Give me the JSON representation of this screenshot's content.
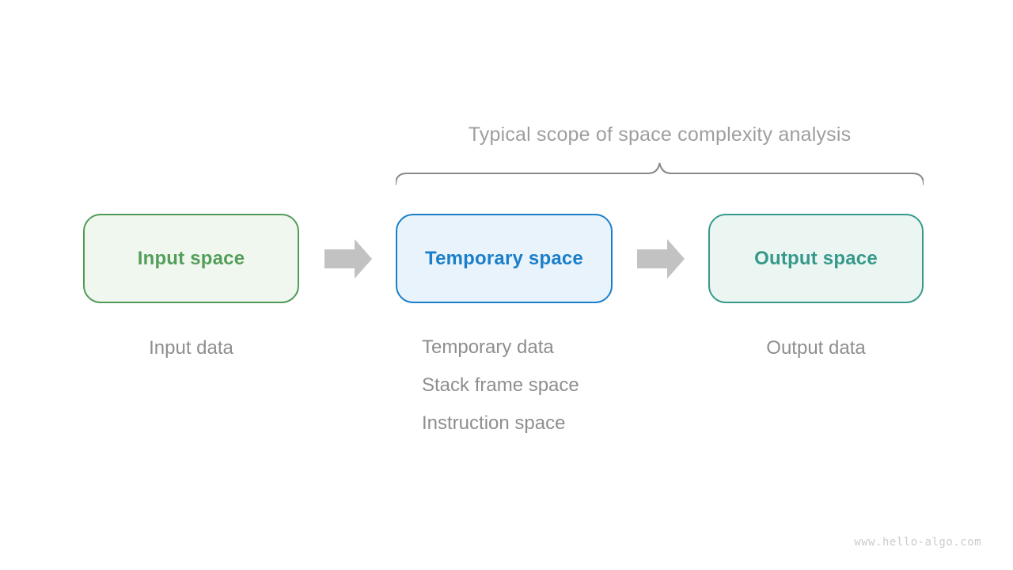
{
  "title": "Typical scope of space complexity analysis",
  "diagram": {
    "boxes": [
      {
        "label": "Input space",
        "border_color": "#4f9b56",
        "bg_color": "#f0f7ef",
        "text_color": "#549e5a"
      },
      {
        "label": "Temporary space",
        "border_color": "#1a7fc8",
        "bg_color": "#e9f3fc",
        "text_color": "#1a7fc8"
      },
      {
        "label": "Output space",
        "border_color": "#36998a",
        "bg_color": "#ebf6f2",
        "text_color": "#36998a"
      }
    ],
    "notes": {
      "input": "Input data",
      "temporary": [
        "Temporary data",
        "Stack frame space",
        "Instruction space"
      ],
      "output": "Output data"
    },
    "arrow_color": "#c2c2c2",
    "brace_color": "#8a8a8a"
  },
  "colors": {
    "background": "#ffffff",
    "title_text": "#9e9e9e",
    "note_text": "#8e8e8e",
    "watermark_text": "#cbcbcb"
  },
  "watermark": "www.hello-algo.com"
}
